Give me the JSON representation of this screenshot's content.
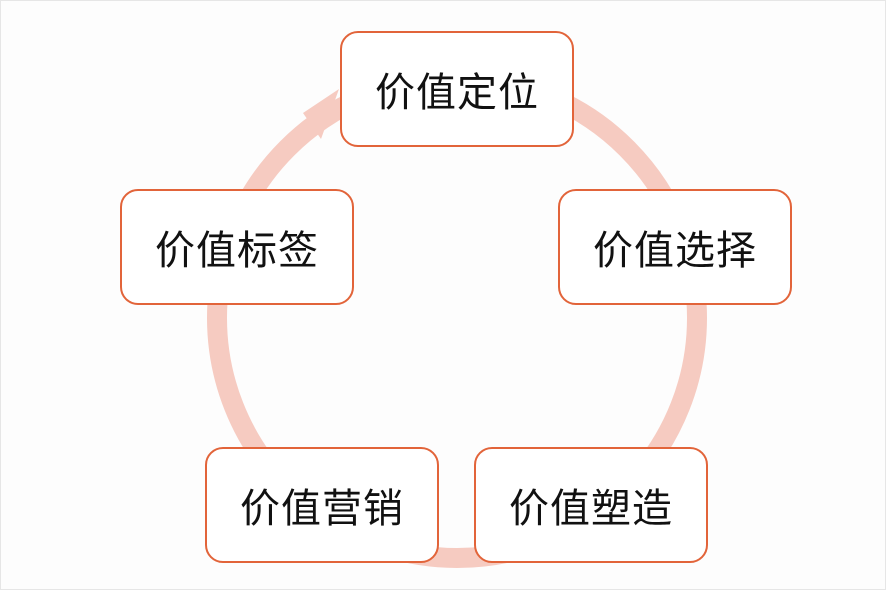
{
  "diagram": {
    "ring_color": "#f6cbc1",
    "border_color": "#e2643a",
    "nodes": [
      {
        "label": "价值定位"
      },
      {
        "label": "价值选择"
      },
      {
        "label": "价值塑造"
      },
      {
        "label": "价值营销"
      },
      {
        "label": "价值标签"
      }
    ]
  }
}
